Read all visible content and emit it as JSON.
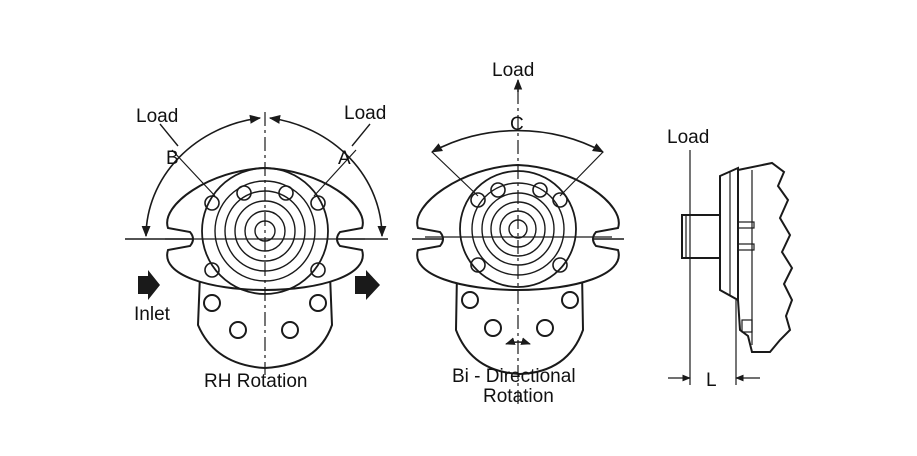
{
  "colors": {
    "line": "#1a1a1a",
    "fill": "#ffffff",
    "arrow_fill": "#1a1a1a"
  },
  "rh_view": {
    "load_left": "Load",
    "load_right": "Load",
    "label_b": "B",
    "label_a": "A",
    "inlet": "Inlet",
    "caption": "RH Rotation"
  },
  "bi_view": {
    "load": "Load",
    "label_c": "C",
    "caption_line1": "Bi - Directional",
    "caption_line2": "Rotation"
  },
  "side_view": {
    "load": "Load",
    "label_l": "L"
  }
}
